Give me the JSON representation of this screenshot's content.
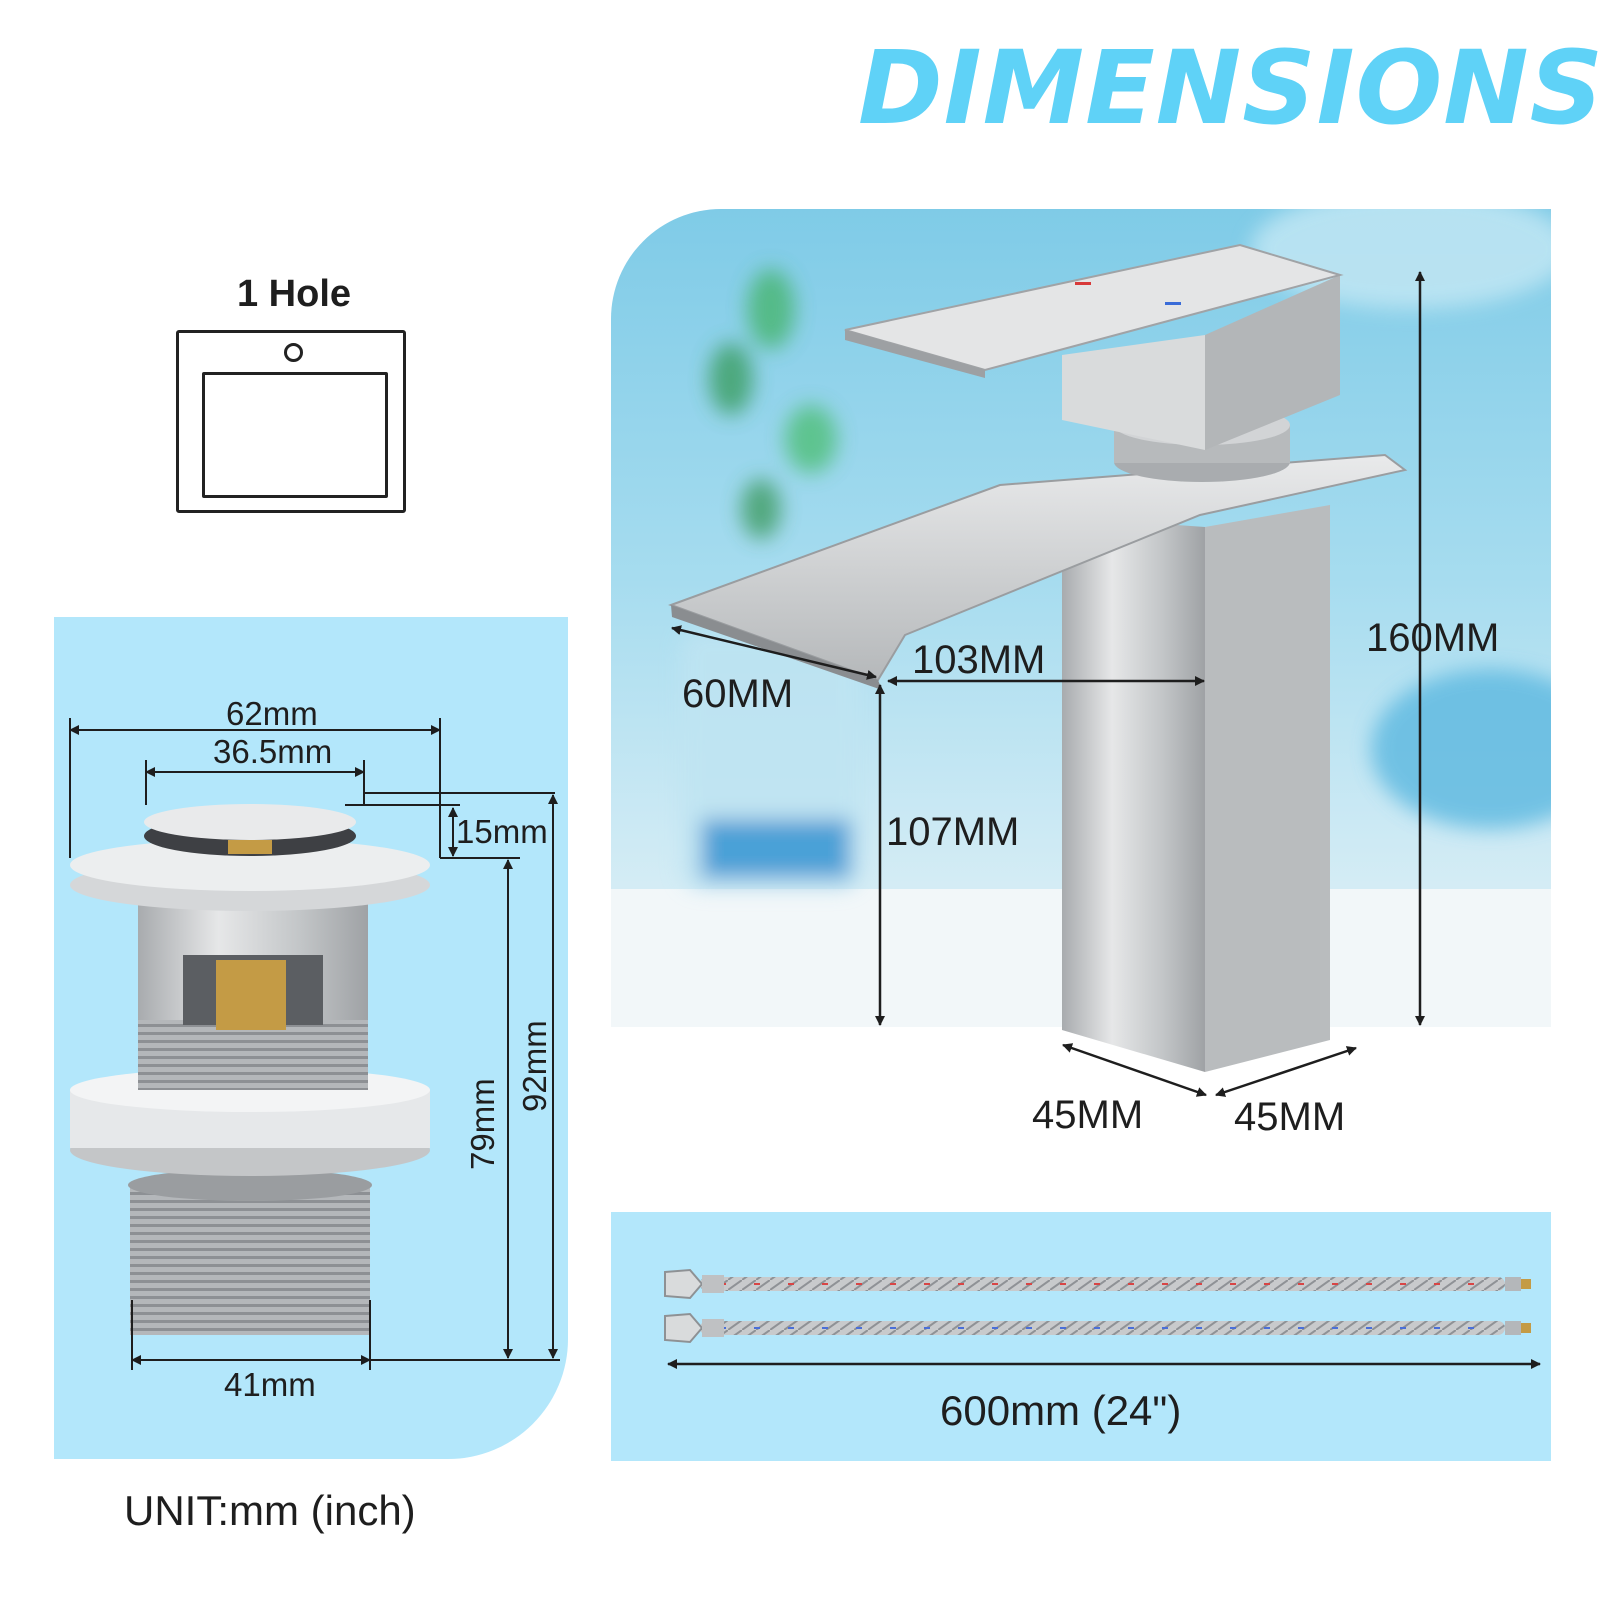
{
  "header": {
    "title": "DIMENSIONS"
  },
  "sink_diagram": {
    "label": "1 Hole"
  },
  "faucet_dimensions": {
    "spout_width": "60MM",
    "spout_reach": "103MM",
    "spout_height": "107MM",
    "total_height": "160MM",
    "base_depth": "45MM",
    "base_width": "45MM"
  },
  "drain_dimensions": {
    "flange_diameter": "62mm",
    "cap_diameter": "36.5mm",
    "cap_height": "15mm",
    "body_height": "79mm",
    "total_height": "92mm",
    "thread_diameter": "41mm"
  },
  "hose_dimensions": {
    "length": "600mm (24\")"
  },
  "footer": {
    "unit_note": "UNIT:mm (inch)"
  },
  "colors": {
    "title": "#5fd2f7",
    "panel": "#b3e7fb",
    "hose_red": "#d84545",
    "hose_blue": "#4a6fd8"
  }
}
